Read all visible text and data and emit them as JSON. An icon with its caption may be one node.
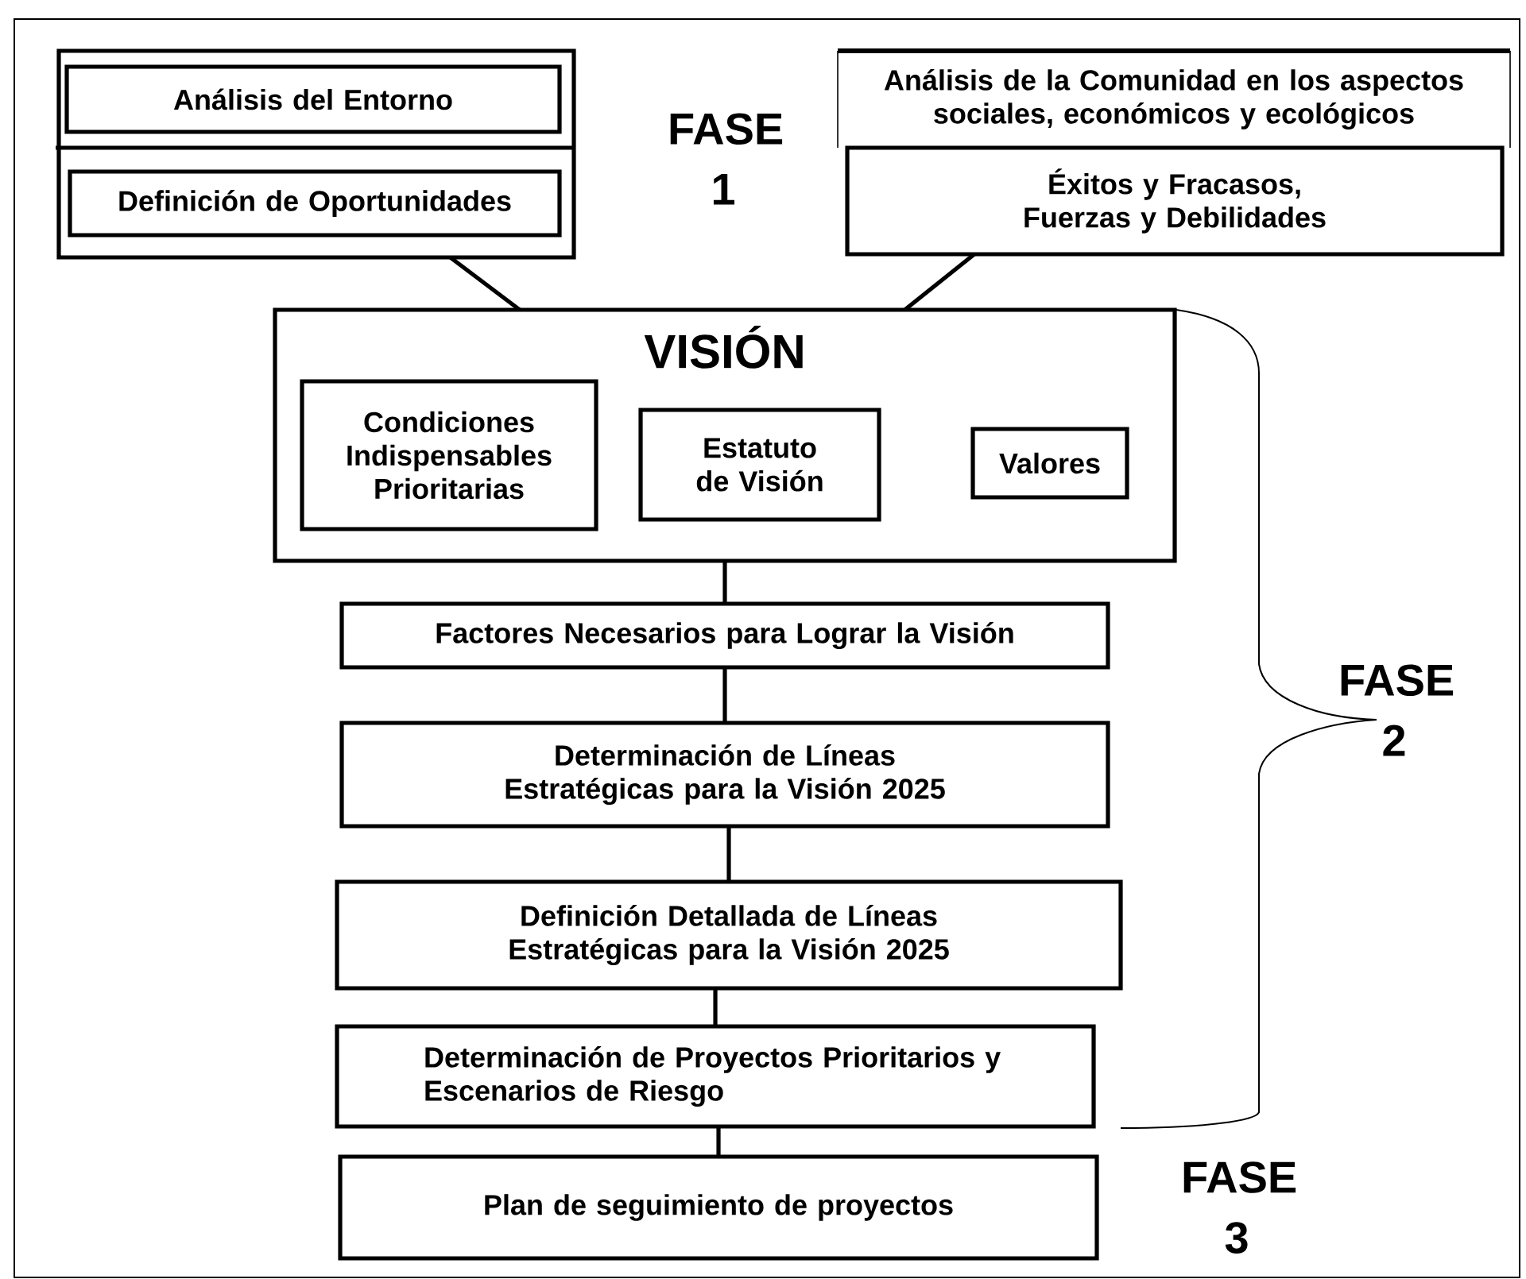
{
  "diagram": {
    "nodes": [
      {
        "text": [],
        "shape": "box"
      },
      {
        "text": [
          "Análisis del Entorno"
        ],
        "in": 0
      },
      {
        "text": [
          "Definición de Oportunidades"
        ],
        "in": 0
      },
      {
        "text": [
          "Análisis de la Comunidad en los aspectos sociales, económicos y ecológicos"
        ]
      },
      {
        "text": [
          "Éxitos y Fracasos, Fuerzas y Debilidades"
        ]
      },
      {
        "text": [
          "VISIÓN"
        ]
      },
      {
        "text": [
          "Condiciones Indispensables Prioritarias"
        ],
        "in": 5
      },
      {
        "text": [
          "Estatuto de Visión"
        ],
        "in": 5
      },
      {
        "text": [
          "Valores"
        ],
        "in": 5
      },
      {
        "text": [
          "Factores Necesarios para Lograr la Visión"
        ]
      },
      {
        "text": [
          "Determinación de Líneas Estratégicas para la Visión 2025"
        ]
      },
      {
        "text": [
          "Definición Detallada de Líneas Estratégicas para la Visión 2025"
        ]
      },
      {
        "text": [
          "Determinación de Proyectos Prioritarios y Escenarios de Riesgo"
        ]
      },
      {
        "text": [
          "Plan de seguimiento de proyectos"
        ]
      }
    ],
    "edges": [
      {
        "from": 0,
        "to": 5,
        "arrow": "none"
      },
      {
        "from": 4,
        "to": 5,
        "arrow": "none"
      },
      {
        "from": 5,
        "to": 9,
        "arrow": "none"
      },
      {
        "from": 9,
        "to": 10,
        "arrow": "none"
      },
      {
        "from": 10,
        "to": 11,
        "arrow": "none"
      },
      {
        "from": 11,
        "to": 12,
        "arrow": "none"
      },
      {
        "from": 12,
        "to": 13,
        "arrow": "none"
      }
    ],
    "labels": [
      "FASE 1",
      "FASE 2",
      "FASE 3"
    ]
  }
}
